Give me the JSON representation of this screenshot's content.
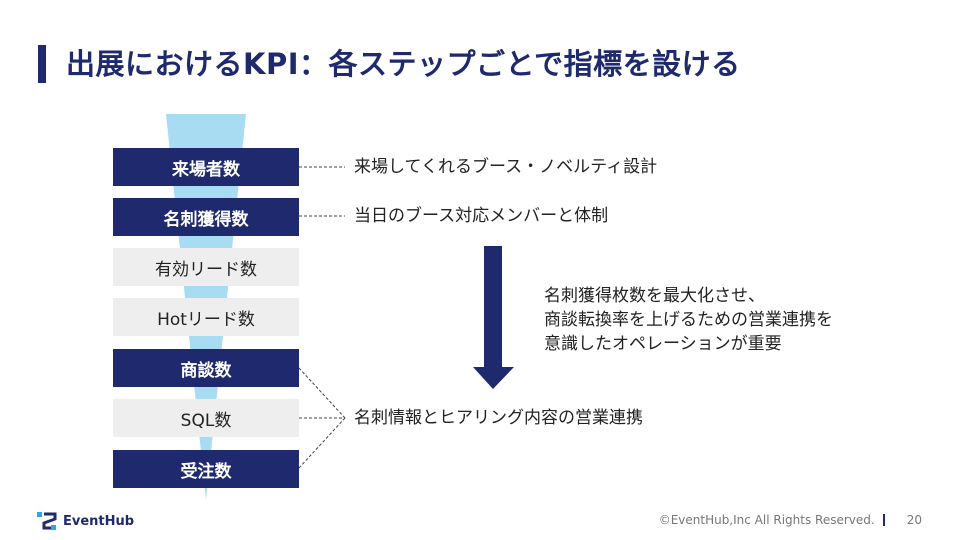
{
  "title": "出展におけるKPI：各ステップごとで指標を設ける",
  "funnel": [
    {
      "label": "来場者数",
      "style": "dark"
    },
    {
      "label": "名刺獲得数",
      "style": "dark"
    },
    {
      "label": "有効リード数",
      "style": "light"
    },
    {
      "label": "Hotリード数",
      "style": "light"
    },
    {
      "label": "商談数",
      "style": "dark"
    },
    {
      "label": "SQL数",
      "style": "light"
    },
    {
      "label": "受注数",
      "style": "dark"
    }
  ],
  "descriptions": {
    "visitors": "来場してくれるブース・ノベルティ設計",
    "cards": "当日のブース対応メンバーと体制",
    "sql_group": "名刺情報とヒアリング内容の営業連携"
  },
  "note_lines": [
    "名刺獲得枚数を最大化させ、",
    "商談転換率を上げるための営業連携を",
    "意識したオペレーションが重要"
  ],
  "logo": {
    "text": "EventHub"
  },
  "footer": {
    "copyright": "©EventHub,Inc All Rights Reserved.",
    "page": "20"
  },
  "colors": {
    "navy": "#1f2a6e",
    "funnel": "#a8dcf3",
    "light_box": "#eeeeee"
  }
}
